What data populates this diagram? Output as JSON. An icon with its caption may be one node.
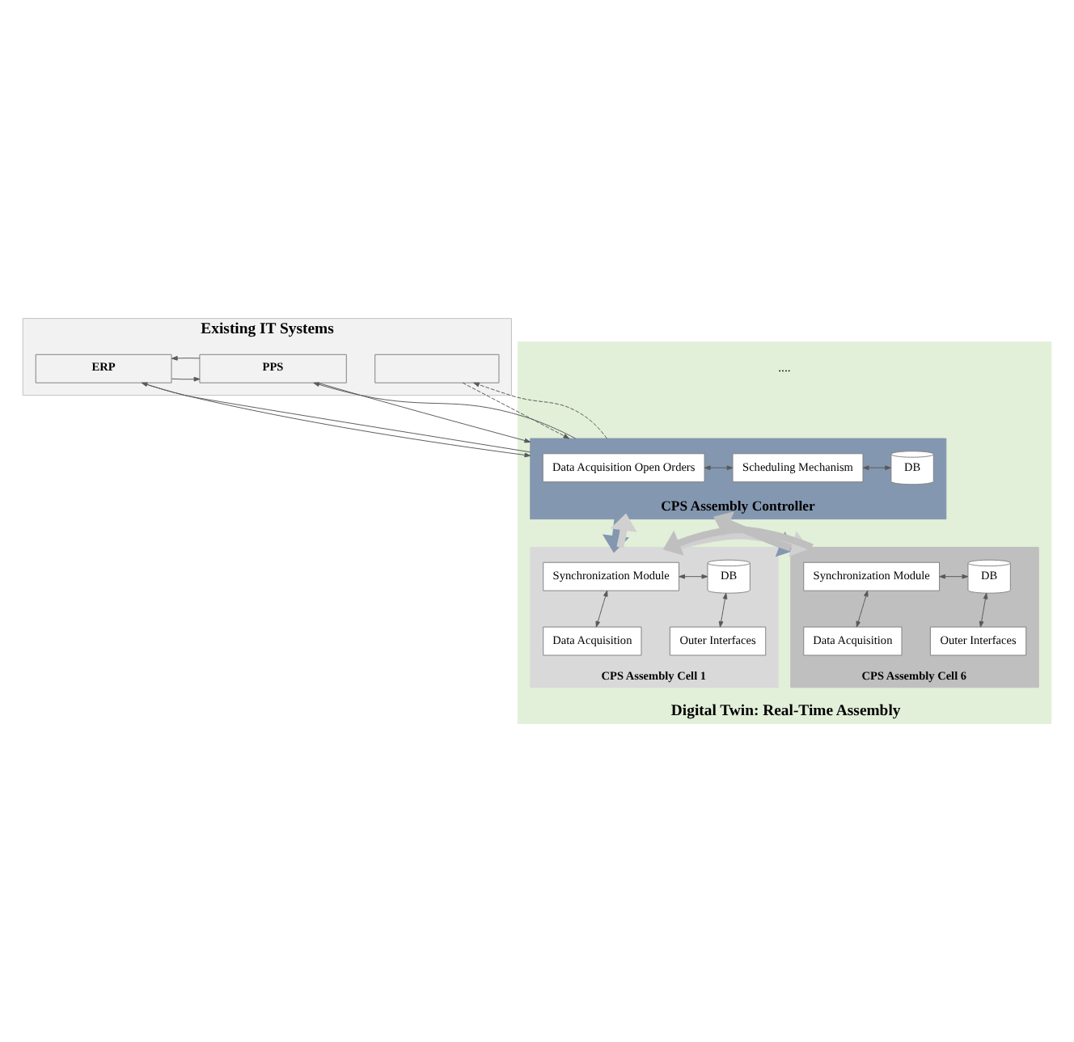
{
  "diagram": {
    "nodes": [
      {
        "text": [
          "Existing IT Systems"
        ]
      },
      {
        "text": [
          "ERP"
        ],
        "in": 0
      },
      {
        "text": [
          "PPS"
        ],
        "in": 0
      },
      {
        "text": [],
        "shape": "box",
        "in": 0
      },
      {
        "text": [
          "Digital Twin: Real-Time Assembly"
        ]
      },
      {
        "text": [
          "CPS Assembly Controller"
        ],
        "in": 4
      },
      {
        "text": [
          "Data Acquisition Open Orders"
        ],
        "in": 5
      },
      {
        "text": [
          "Scheduling Mechanism"
        ],
        "in": 5
      },
      {
        "text": [
          "DB"
        ],
        "in": 5
      },
      {
        "text": [
          "CPS Assembly Cell 1"
        ],
        "in": 4
      },
      {
        "text": [
          "Synchronization Module"
        ],
        "in": 9
      },
      {
        "text": [
          "DB"
        ],
        "in": 9
      },
      {
        "text": [
          "Data Acquisition"
        ],
        "in": 9
      },
      {
        "text": [
          "Outer Interfaces"
        ],
        "in": 9
      },
      {
        "text": [
          "CPS Assembly Cell 6"
        ],
        "in": 4
      },
      {
        "text": [
          "Synchronization Module"
        ],
        "in": 14
      },
      {
        "text": [
          "DB"
        ],
        "in": 14
      },
      {
        "text": [
          "Data Acquisition"
        ],
        "in": 14
      },
      {
        "text": [
          "Outer Interfaces"
        ],
        "in": 14
      }
    ],
    "edges": [
      {
        "from": 1,
        "to": 2,
        "arrow": "to"
      },
      {
        "from": 2,
        "to": 1,
        "arrow": "to"
      },
      {
        "from": 1,
        "to": 5,
        "arrow": "to"
      },
      {
        "from": 5,
        "to": 1,
        "arrow": "to"
      },
      {
        "from": 2,
        "to": 5,
        "arrow": "to"
      },
      {
        "from": 5,
        "to": 2,
        "arrow": "to"
      },
      {
        "from": 3,
        "to": 5,
        "arrow": "to",
        "style": "dashed"
      },
      {
        "from": 5,
        "to": 3,
        "arrow": "to",
        "style": "dashed"
      },
      {
        "from": 6,
        "to": 7,
        "arrow": "both"
      },
      {
        "from": 7,
        "to": 8,
        "arrow": "both"
      },
      {
        "from": 5,
        "to": 9,
        "arrow": "to",
        "style": "thick",
        "color": "#8497b0"
      },
      {
        "from": 9,
        "to": 5,
        "arrow": "to",
        "style": "thick",
        "color": "#d0d0d0"
      },
      {
        "from": 5,
        "to": 14,
        "arrow": "to",
        "style": "thick",
        "color": "#8497b0"
      },
      {
        "from": 14,
        "to": 5,
        "arrow": "to",
        "style": "thick",
        "color": "#bfbfbf"
      },
      {
        "from": 9,
        "to": 14,
        "arrow": "to",
        "style": "thick",
        "color": "#d0d0d0"
      },
      {
        "from": 14,
        "to": 9,
        "arrow": "to",
        "style": "thick",
        "color": "#bfbfbf"
      },
      {
        "from": 10,
        "to": 11,
        "arrow": "both"
      },
      {
        "from": 10,
        "to": 12,
        "arrow": "both"
      },
      {
        "from": 11,
        "to": 13,
        "arrow": "both"
      },
      {
        "from": 15,
        "to": 16,
        "arrow": "both"
      },
      {
        "from": 15,
        "to": 17,
        "arrow": "both"
      },
      {
        "from": 16,
        "to": 18,
        "arrow": "both"
      }
    ],
    "labels": [
      "...."
    ]
  }
}
